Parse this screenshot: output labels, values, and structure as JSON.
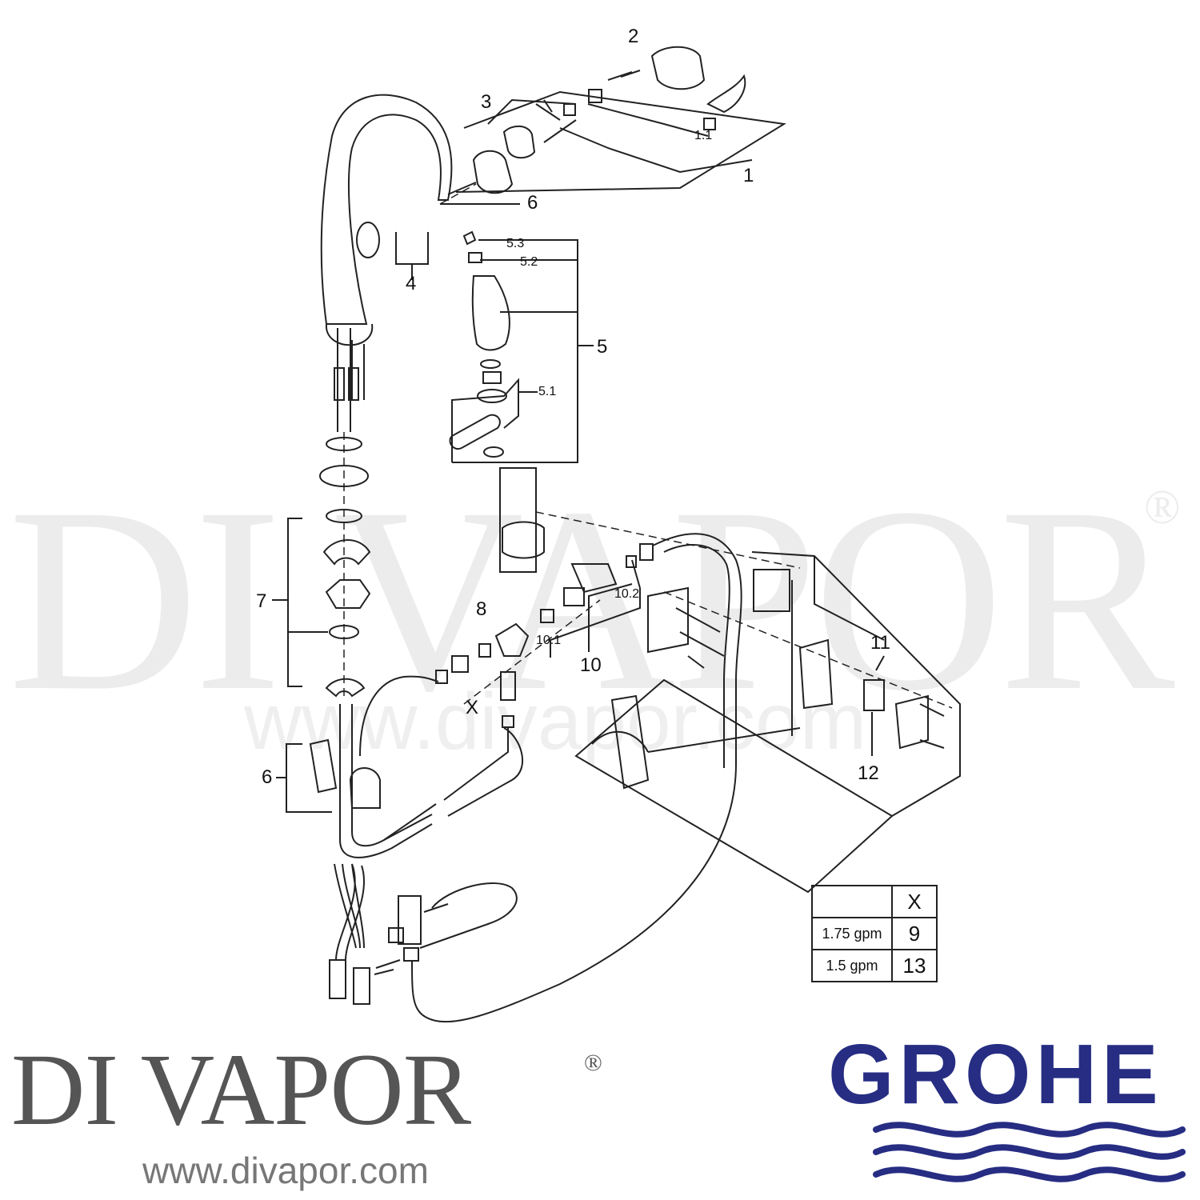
{
  "watermark": {
    "text": "DI VAPOR",
    "registered": "®",
    "url": "www.divapor.com"
  },
  "callouts": [
    {
      "id": "1",
      "label": "1"
    },
    {
      "id": "1.1",
      "label": "1.1"
    },
    {
      "id": "2",
      "label": "2"
    },
    {
      "id": "3",
      "label": "3"
    },
    {
      "id": "4",
      "label": "4"
    },
    {
      "id": "5",
      "label": "5"
    },
    {
      "id": "5.1",
      "label": "5.1"
    },
    {
      "id": "5.2",
      "label": "5.2"
    },
    {
      "id": "5.3",
      "label": "5.3"
    },
    {
      "id": "6a",
      "label": "6"
    },
    {
      "id": "6b",
      "label": "6"
    },
    {
      "id": "7",
      "label": "7"
    },
    {
      "id": "8",
      "label": "8"
    },
    {
      "id": "10",
      "label": "10"
    },
    {
      "id": "10.1",
      "label": "10.1"
    },
    {
      "id": "10.2",
      "label": "10.2"
    },
    {
      "id": "11",
      "label": "11"
    },
    {
      "id": "12",
      "label": "12"
    },
    {
      "id": "X",
      "label": "X"
    }
  ],
  "flow_table": {
    "header": "X",
    "rows": [
      {
        "rate": "1.75 gpm",
        "value": "9"
      },
      {
        "rate": "1.5 gpm",
        "value": "13"
      }
    ]
  },
  "brand": {
    "name": "DI VAPOR",
    "registered": "®",
    "url": "www.divapor.com"
  },
  "manufacturer": {
    "name": "GROHE",
    "color": "#262d82"
  }
}
